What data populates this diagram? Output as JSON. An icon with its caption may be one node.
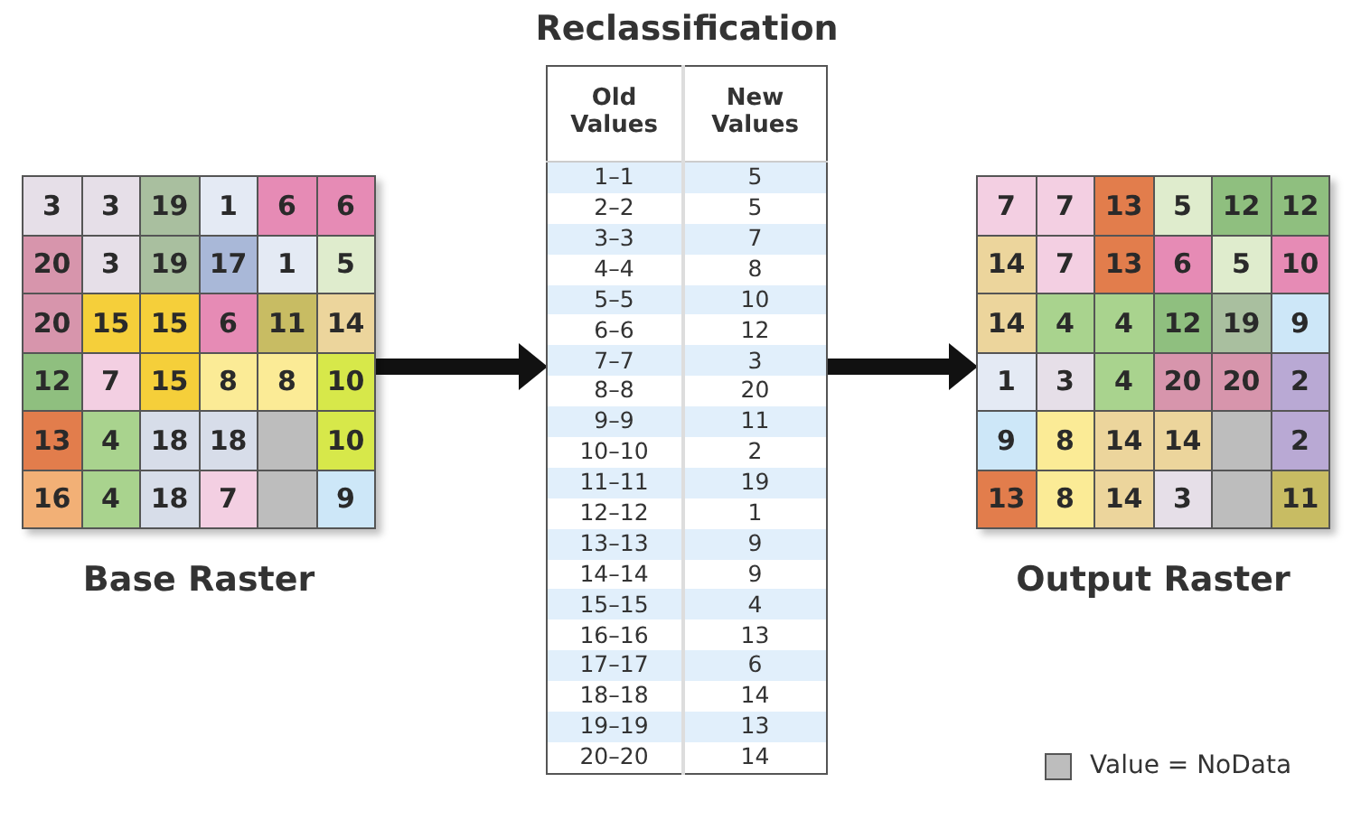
{
  "diagram": {
    "nodes": [
      {
        "text": [
          "Base Raster"
        ]
      },
      {
        "text": [
          "Reclassification"
        ]
      },
      {
        "text": [
          "Output Raster"
        ]
      }
    ],
    "edges": [
      {
        "from": 0,
        "to": 1,
        "arrow": "to"
      },
      {
        "from": 1,
        "to": 2,
        "arrow": "to"
      }
    ],
    "labels": [
      "3",
      "3",
      "19",
      "1",
      "6",
      "6",
      "20",
      "3",
      "19",
      "17",
      "1",
      "5",
      "20",
      "15",
      "15",
      "6",
      "11",
      "14",
      "12",
      "7",
      "15",
      "8",
      "8",
      "10",
      "13",
      "4",
      "18",
      "18",
      "10",
      "16",
      "4",
      "18",
      "7",
      "9",
      "Old Values",
      "New Values",
      "1–1",
      "5",
      "2–2",
      "5",
      "3–3",
      "7",
      "4–4",
      "8",
      "5–5",
      "10",
      "6–6",
      "12",
      "7–7",
      "3",
      "8–8",
      "20",
      "9–9",
      "11",
      "10–10",
      "2",
      "11–11",
      "19",
      "12–12",
      "1",
      "13–13",
      "9",
      "14–14",
      "9",
      "15–15",
      "4",
      "16–16",
      "13",
      "17–17",
      "6",
      "18–18",
      "14",
      "19–19",
      "13",
      "20–20",
      "14",
      "7",
      "7",
      "13",
      "5",
      "12",
      "12",
      "14",
      "7",
      "13",
      "6",
      "5",
      "10",
      "14",
      "4",
      "4",
      "12",
      "19",
      "9",
      "1",
      "3",
      "4",
      "20",
      "20",
      "2",
      "9",
      "8",
      "14",
      "14",
      "2",
      "13",
      "8",
      "14",
      "3",
      "11"
    ],
    "legend": [
      {
        "text": "Value = NoData",
        "color": "#bdbdbd"
      }
    ]
  }
}
